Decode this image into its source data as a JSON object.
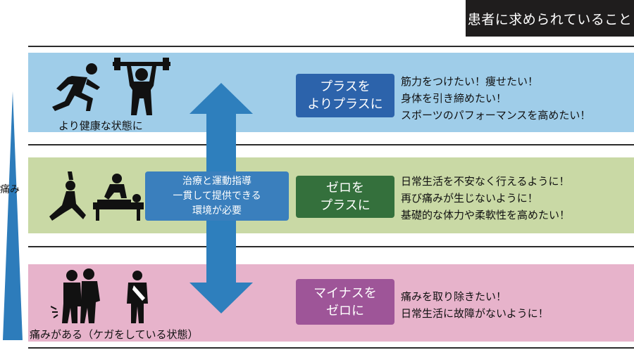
{
  "header": {
    "title": "患者に求められていること"
  },
  "pain_axis": {
    "label": "痛み",
    "color": "#2d7cbb"
  },
  "bands": {
    "top": {
      "label": "より健康な状態に",
      "tag_lines": [
        "プラスを",
        "よりプラスに"
      ],
      "items": [
        "筋力をつけたい！痩せたい！",
        "身体を引き締めたい！",
        "スポーツのパフォーマンスを高めたい！"
      ]
    },
    "middle": {
      "tag_lines": [
        "ゼロを",
        "プラスに"
      ],
      "items": [
        "日常生活を不安なく行えるように！",
        "再び痛みが生じないように！",
        "基礎的な体力や柔軟性を高めたい！"
      ]
    },
    "bottom": {
      "label": "痛みがある（ケガをしている状態）",
      "tag_lines": [
        "マイナスを",
        "ゼロに"
      ],
      "items": [
        "痛みを取り除きたい！",
        "日常生活に故障がないように！"
      ]
    }
  },
  "center": {
    "lines": [
      "治療と運動指導",
      "一貫して提供できる",
      "環境が必要"
    ]
  },
  "colors": {
    "band_top": "#9fcde9",
    "band_middle": "#c9d9a5",
    "band_bottom": "#e7b3cb",
    "tag_plus": "#2c63ab",
    "tag_zero": "#34703c",
    "tag_minus": "#9e5598",
    "arrow": "#2e7fbd"
  },
  "icons": [
    "runner-icon",
    "weightlifter-icon",
    "yoga-stretch-icon",
    "massage-therapy-icon",
    "injured-people-icon",
    "arm-sling-icon"
  ]
}
